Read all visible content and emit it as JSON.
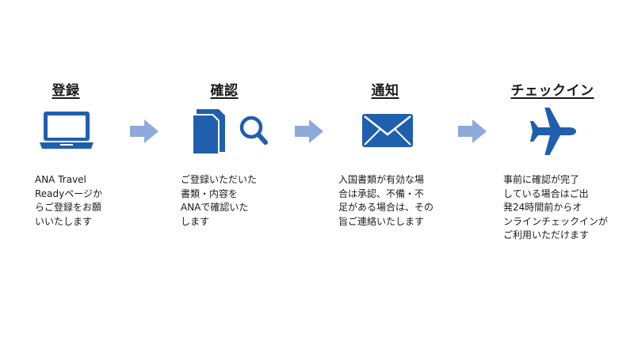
{
  "colors": {
    "icon": "#1F5FAD",
    "arrow": "#8EA9DB",
    "text": "#1a1a1a"
  },
  "steps": [
    {
      "title": "登録",
      "icon": "laptop-icon",
      "desc": [
        "ANA Travel",
        "Readyページか",
        "らご登録をお願",
        "いいたします"
      ]
    },
    {
      "title": "確認",
      "icon": "document-search-icon",
      "desc": [
        "ご登録いただいた",
        "書類・内容を",
        "ANAで確認いた",
        "します"
      ]
    },
    {
      "title": "通知",
      "icon": "mail-icon",
      "desc": [
        "入国書類が有効な場",
        "合は承認、不備・不",
        "足がある場合は、その",
        "旨ご連絡いたします"
      ]
    },
    {
      "title": "チェックイン",
      "icon": "airplane-icon",
      "desc": [
        "事前に確認が完了",
        "している場合はご出",
        "発24時間前からオ",
        "ンラインチェックインが",
        "ご利用いただけます"
      ]
    }
  ]
}
